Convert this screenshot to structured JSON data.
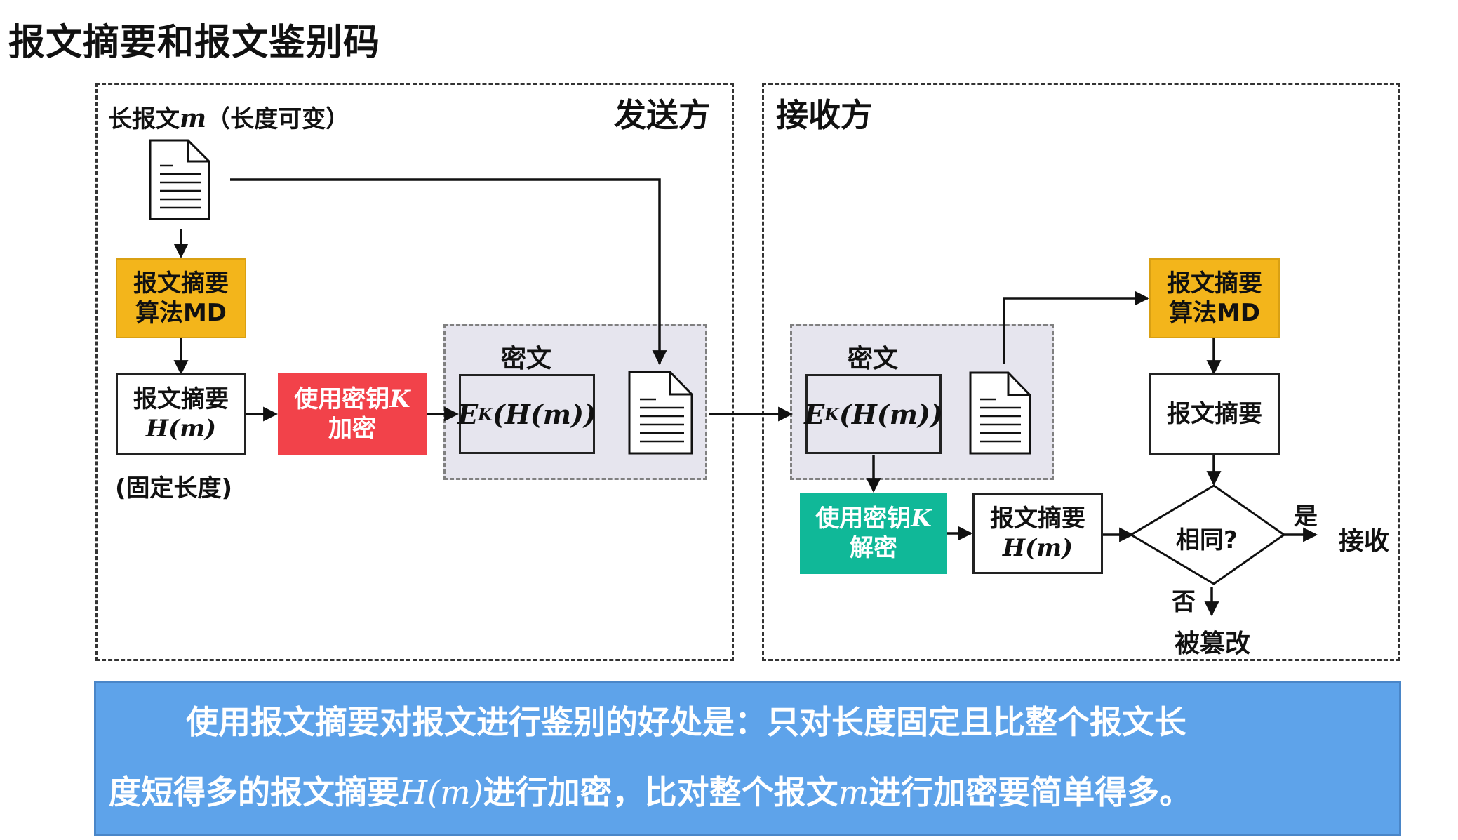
{
  "title": "报文摘要和报文鉴别码",
  "sender": {
    "heading": "发送方",
    "long_message_label": "长报文",
    "long_message_var": "m",
    "long_message_note": "（长度可变）",
    "md_algorithm_line1": "报文摘要",
    "md_algorithm_line2": "算法MD",
    "digest_line1": "报文摘要",
    "digest_formula": "H(m)",
    "fixed_length_note": "(固定长度)",
    "encrypt_line1": "使用密钥",
    "encrypt_key": "K",
    "encrypt_line2": "加密",
    "ciphertext_label": "密文",
    "ciphertext_E": "E",
    "ciphertext_K": "K",
    "ciphertext_rest": "(H(m))"
  },
  "receiver": {
    "heading": "接收方",
    "ciphertext_label": "密文",
    "ciphertext_E": "E",
    "ciphertext_K": "K",
    "ciphertext_rest": "(H(m))",
    "decrypt_line1": "使用密钥",
    "decrypt_key": "K",
    "decrypt_line2": "解密",
    "decrypted_digest_line1": "报文摘要",
    "decrypted_digest_formula": "H(m)",
    "md_algorithm_line1": "报文摘要",
    "md_algorithm_line2": "算法MD",
    "computed_digest": "报文摘要",
    "compare_label": "相同?",
    "yes_label": "是",
    "accept_label": "接收",
    "no_label": "否",
    "tampered_label": "被篡改"
  },
  "banner": {
    "line1": "使用报文摘要对报文进行鉴别的好处是：只对长度固定且比整个报文长",
    "line2_a": "度短得多的报文摘要",
    "line2_formula": "H(m)",
    "line2_b": "进行加密，比对整个报文",
    "line2_var": "m",
    "line2_c": "进行加密要简单得多。"
  },
  "colors": {
    "md_algorithm": "#f3b51b",
    "encrypt": "#f2424a",
    "decrypt": "#10b898",
    "ciphertext_bg": "#e6e5ee",
    "banner": "#5ea3ea"
  }
}
